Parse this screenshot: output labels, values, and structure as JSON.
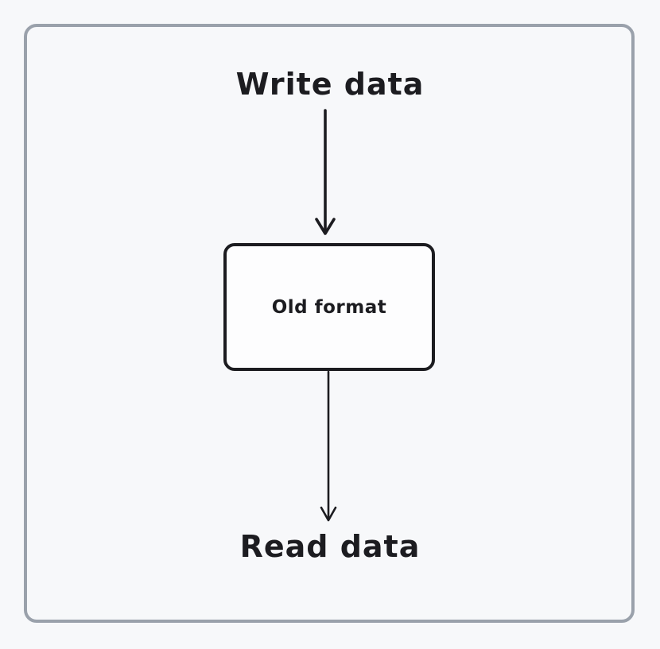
{
  "canvas": {
    "background_color": "#f7f8fa",
    "frame_border_color": "#9aa1ab",
    "ink_color": "#1c1c20",
    "box_fill_color": "#fdfdfe"
  },
  "diagram": {
    "write_label": "Write data",
    "box_label": "Old format",
    "read_label": "Read data",
    "icons": {
      "top_arrow": "arrow-down-icon",
      "bottom_arrow": "arrow-down-icon"
    },
    "flow": [
      "Write data",
      "Old format",
      "Read data"
    ]
  }
}
